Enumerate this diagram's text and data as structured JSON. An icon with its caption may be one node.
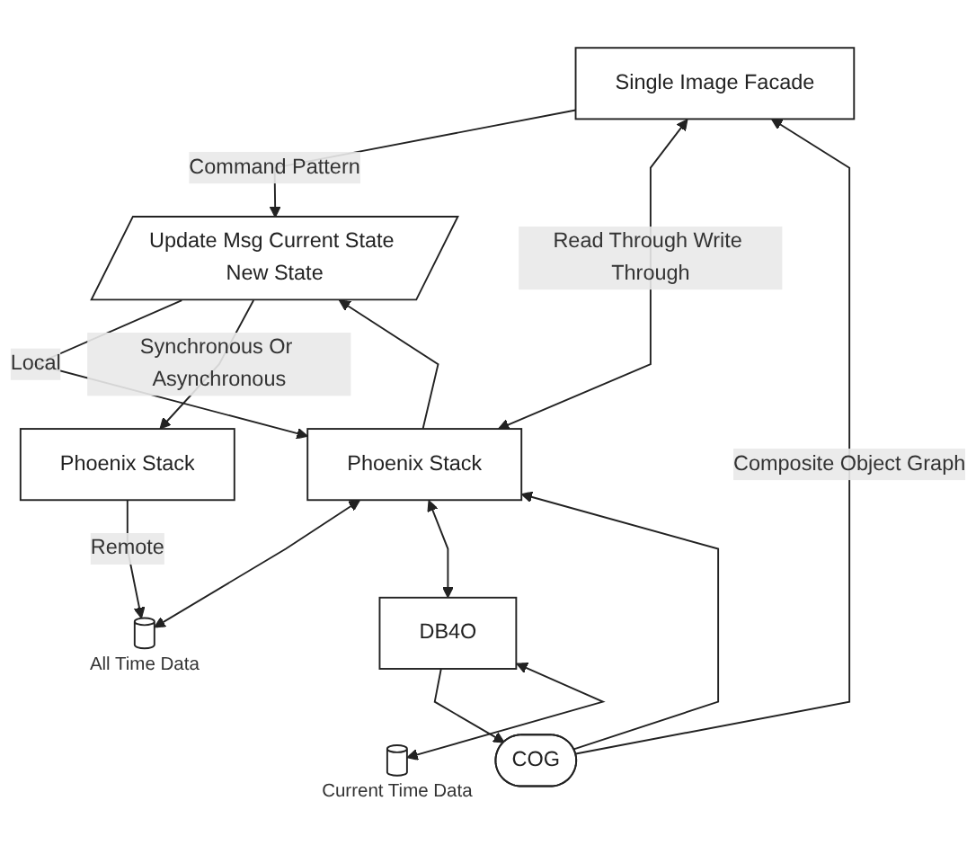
{
  "diagram": {
    "nodes": [
      {
        "text": [
          "Single Image Facade"
        ]
      },
      {
        "text": [
          "Update Msg Current State New State"
        ]
      },
      {
        "text": [
          "Phoenix Stack"
        ]
      },
      {
        "text": [
          "COG"
        ]
      },
      {
        "text": [
          "DB4O"
        ]
      },
      {
        "text": [],
        "shape": "cylinder",
        "beside": [
          "All Time Data"
        ]
      },
      {
        "text": [
          "Phoenix Stack"
        ]
      },
      {
        "text": [],
        "shape": "cylinder",
        "beside": [
          "Current Time Data"
        ]
      }
    ],
    "edges": [
      {
        "from": 0,
        "to": 1,
        "arrow": "to",
        "label": "Command Pattern"
      },
      {
        "from": 0,
        "to": 2,
        "arrow": "both",
        "label": "Read Through Write Through"
      },
      {
        "from": 3,
        "to": 0,
        "arrow": "to",
        "label": "Composite Object Graph"
      },
      {
        "from": 2,
        "to": 1,
        "arrow": "to"
      },
      {
        "from": 3,
        "to": 2,
        "arrow": "to"
      },
      {
        "from": 4,
        "to": 3,
        "arrow": "to"
      },
      {
        "from": 2,
        "to": 5,
        "arrow": "both"
      },
      {
        "from": 2,
        "to": 4,
        "arrow": "both"
      },
      {
        "from": 1,
        "to": 2,
        "arrow": "to",
        "label": "Local"
      },
      {
        "from": 1,
        "to": 6,
        "arrow": "to",
        "label": "Synchronous Or Asynchronous"
      },
      {
        "from": 6,
        "to": 5,
        "arrow": "to",
        "label": "Remote"
      },
      {
        "from": 4,
        "to": 7,
        "arrow": "both"
      }
    ]
  }
}
